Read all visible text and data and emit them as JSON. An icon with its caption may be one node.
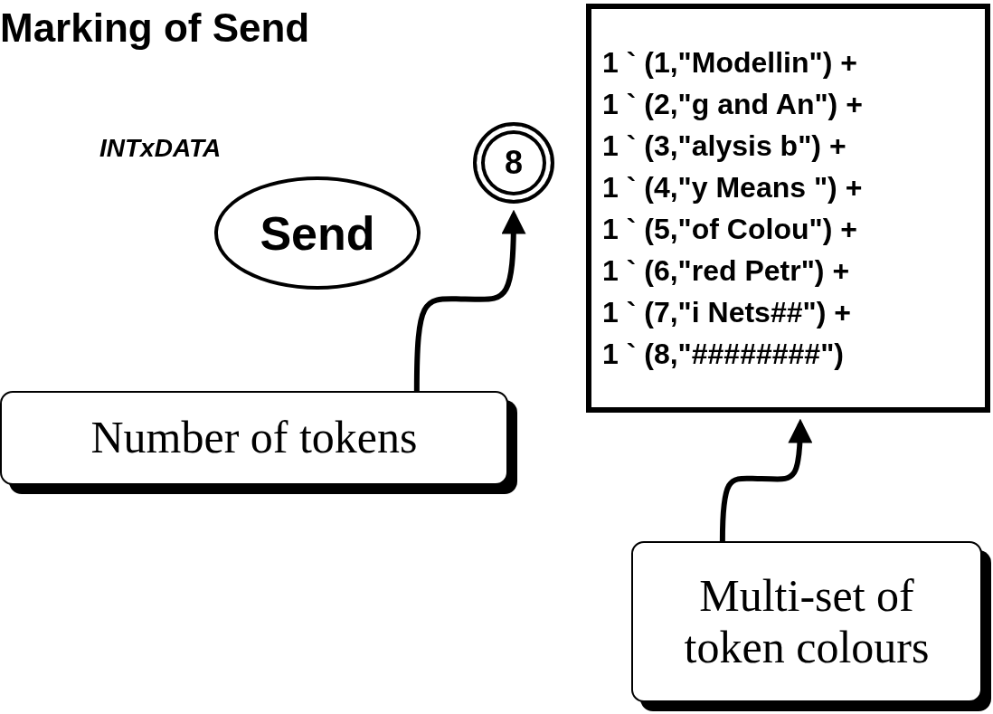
{
  "diagram": {
    "title": "Marking of Send",
    "nodes": [
      {
        "text": [
          "Send"
        ],
        "beside": [
          "INTxDATA"
        ]
      },
      {
        "text": [
          "8"
        ]
      },
      {
        "text": [
          "1 ` (1,\"Modellin\") +",
          "1 ` (2,\"g and An\") +",
          "1 ` (3,\"alysis b\") +",
          "1 ` (4,\"y Means \") +",
          "1 ` (5,\"of Colou\") +",
          "1 ` (6,\"red Petr\") +",
          "1 ` (7,\"i Nets##\") +",
          "1 ` (8,\"########\")"
        ]
      },
      {
        "text": [
          "Number of tokens"
        ]
      },
      {
        "text": [
          "Multi-set of token colours"
        ]
      }
    ],
    "edges": [
      {
        "from": 3,
        "to": 1,
        "arrow": "to"
      },
      {
        "from": 4,
        "to": 2,
        "arrow": "to"
      }
    ]
  }
}
